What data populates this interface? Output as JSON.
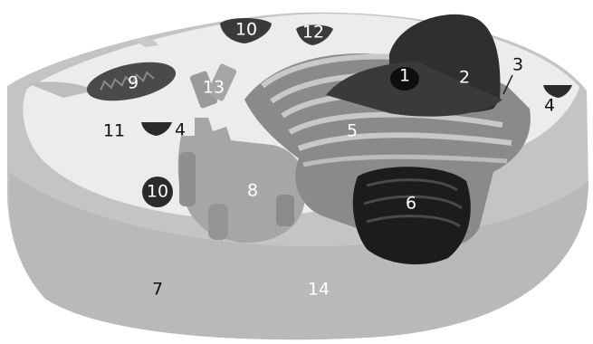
{
  "diagram": {
    "labels": {
      "n1": "1",
      "n2": "2",
      "n3": "3",
      "n4a": "4",
      "n4b": "4",
      "n5": "5",
      "n6": "6",
      "n7": "7",
      "n8": "8",
      "n9": "9",
      "n10a": "10",
      "n10b": "10",
      "n11": "11",
      "n12": "12",
      "n13": "13",
      "n14": "14"
    },
    "colors": {
      "cytoplasm_top": "#efefef",
      "cell_body": "#c7c7c7",
      "cell_face": "#bdbdbd",
      "nucleus": "#333333",
      "nucleolus": "#0f0f0f",
      "golgi": "#1e1e1e",
      "er": "#7a7a7a",
      "vacuole": "#a5a5a5",
      "mitochondrion": "#4a4a4a"
    }
  }
}
